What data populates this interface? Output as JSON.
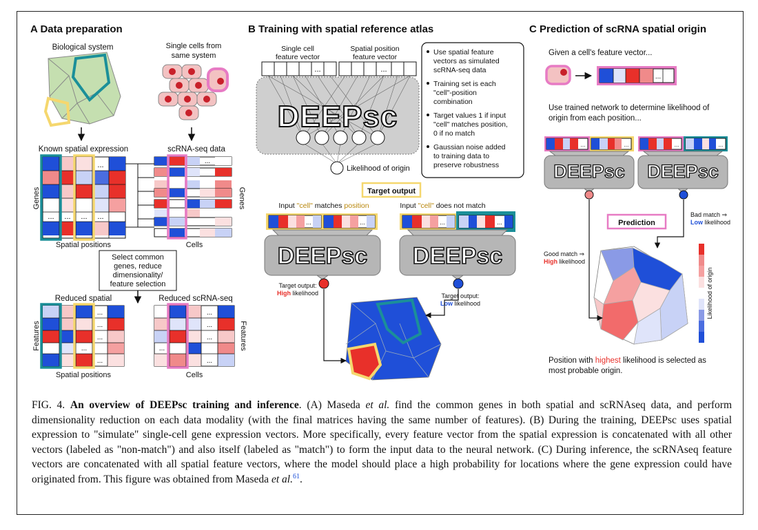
{
  "panelA": {
    "title": "A  Data preparation",
    "bio_label": "Biological system",
    "cells_label_1": "Single cells from",
    "cells_label_2": "same system",
    "known_spatial": "Known spatial expression",
    "scrna_data": "scRNA-seq data",
    "genes": "Genes",
    "spatial_positions": "Spatial positions",
    "cells": "Cells",
    "select_box": [
      "Select common",
      "genes, reduce",
      "dimensionality/",
      "feature selection"
    ],
    "reduced_spatial": "Reduced spatial",
    "reduced_scrna": "Reduced scRNA-seq",
    "features": "Features",
    "ellipsis": "..."
  },
  "panelB": {
    "title": "B  Training with spatial reference atlas",
    "cell_vec_1": "Single cell",
    "cell_vec_2": "feature vector",
    "pos_vec_1": "Spatial position",
    "pos_vec_2": "feature vector",
    "model_name": "DEEPsc",
    "likelihood": "Likelihood of origin",
    "bullets": [
      [
        "Use spatial feature",
        "vectors as simulated",
        "scRNA-seq data"
      ],
      [
        "Training set is each",
        "\"cell\"-position",
        "combination"
      ],
      [
        "Target values 1 if input",
        "\"cell\" matches position,",
        "0 if no match"
      ],
      [
        "Gaussian noise added",
        "to training data to",
        "preserve robustness"
      ]
    ],
    "target_output": "Target output",
    "match_prefix": "Input ",
    "match_cell": "\"cell\"",
    "match_mid": " matches ",
    "match_pos": "position",
    "nomatch_mid": " does not match ",
    "target_label": "Target output:",
    "high": "High",
    "low": "Low",
    "likelihood_word": "likelihood"
  },
  "panelC": {
    "title": "C  Prediction of scRNA spatial origin",
    "given": "Given a cell's feature vector...",
    "use_1": "Use trained network to determine likelihood of",
    "use_2": "origin from each position...",
    "prediction": "Prediction",
    "bad_1": "Bad match ⇒",
    "low": "Low",
    "likelihood_word": "likelihood",
    "good_1": "Good match ⇒",
    "high": "High",
    "colorbar": "Likelihood of origin",
    "bottom_1": "Position with ",
    "bottom_high": "highest",
    "bottom_2": " likelihood is selected as",
    "bottom_3": "most probable origin."
  },
  "caption": {
    "fig": "FIG. 4.",
    "title": "An overview of DEEPsc training and inference",
    "p1": ". (A) Maseda ",
    "etal": "et al.",
    "p2": " find the common genes in both spatial and scRNAseq data, and perform dimensionality reduction on each data modality (with the final matrices having the same number of features). (B) During the training, DEEPsc uses spatial expression to \"simulate\" single-cell gene expression vectors. More specifically, every feature vector from the spatial expression is concatenated with all other vectors (labeled as \"non-match\") and also itself (labeled as \"match\") to form the input data to the neural network. (C) During inference, the scRNAseq feature vectors are concatenated with all spatial feature vectors, where the model should place a high probability for locations where the gene expression could have originated from. This figure was obtained from Maseda ",
    "etal2": "et al.",
    "ref": "61",
    "end": "."
  },
  "colors": {
    "red": "#e8302a",
    "blue": "#1f4fd8",
    "teal": "#1b8f99",
    "yellow": "#f5d76e",
    "pink": "#e77bc4",
    "gray": "#a8a8a8"
  }
}
